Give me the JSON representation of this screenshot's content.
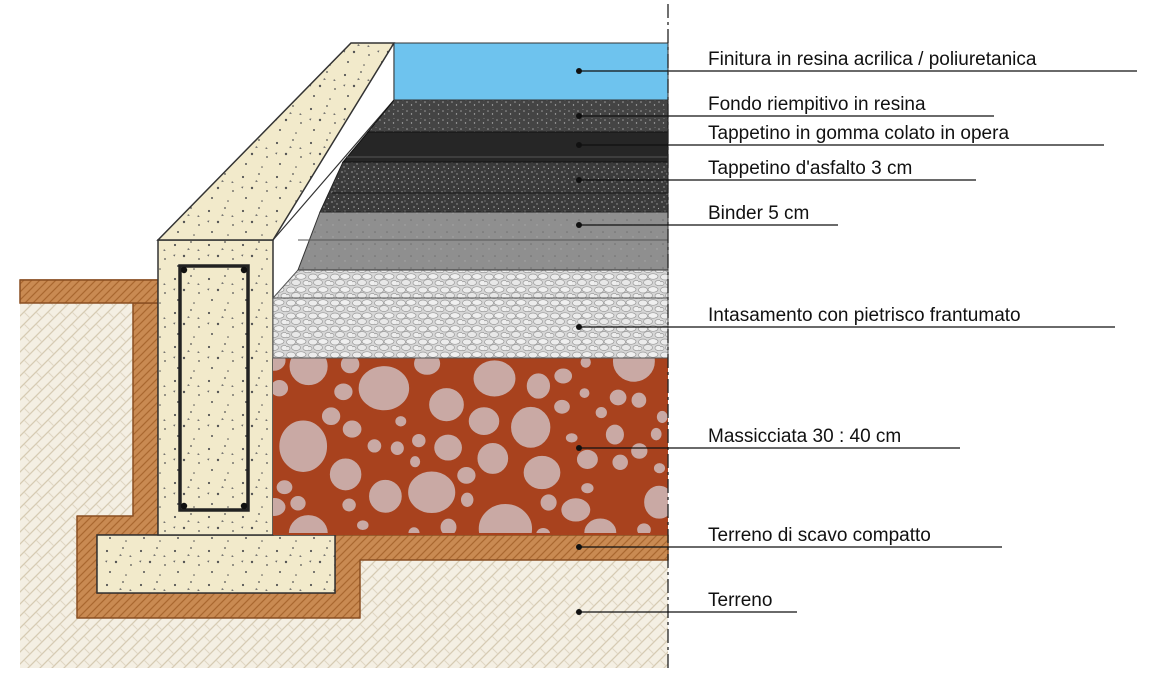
{
  "colors": {
    "soil_fill": "#f4efe3",
    "soil_hatch": "#d9cfb8",
    "compacted_soil": "#c98a52",
    "compacted_soil_edge": "#9a5c2c",
    "concrete": "#f2eacb",
    "resin_finish": "#6ec3ee",
    "resin_filler": "#3c3c3c",
    "rubber_mat": "#262626",
    "asphalt": "#3a3a3a",
    "binder": "#8f8f8f",
    "crushed_stone": "#d9d9d9",
    "ballast_fill": "#c9a9a4",
    "ballast_mortar": "#a8421e",
    "line": "#111111"
  },
  "layers": [
    {
      "id": "resin-finish",
      "label": "Finitura in resina acrilica / poliuretanica"
    },
    {
      "id": "resin-filler",
      "label": "Fondo riempitivo in resina"
    },
    {
      "id": "rubber-mat",
      "label": "Tappetino in gomma colato in opera"
    },
    {
      "id": "asphalt-mat",
      "label": "Tappetino d'asfalto 3 cm"
    },
    {
      "id": "binder",
      "label": "Binder 5 cm"
    },
    {
      "id": "crushed-stone",
      "label": "Intasamento con pietrisco frantumato"
    },
    {
      "id": "ballast",
      "label": "Massicciata 30 : 40 cm"
    },
    {
      "id": "compacted-soil",
      "label": "Terreno di scavo compatto"
    },
    {
      "id": "soil",
      "label": "Terreno"
    }
  ]
}
